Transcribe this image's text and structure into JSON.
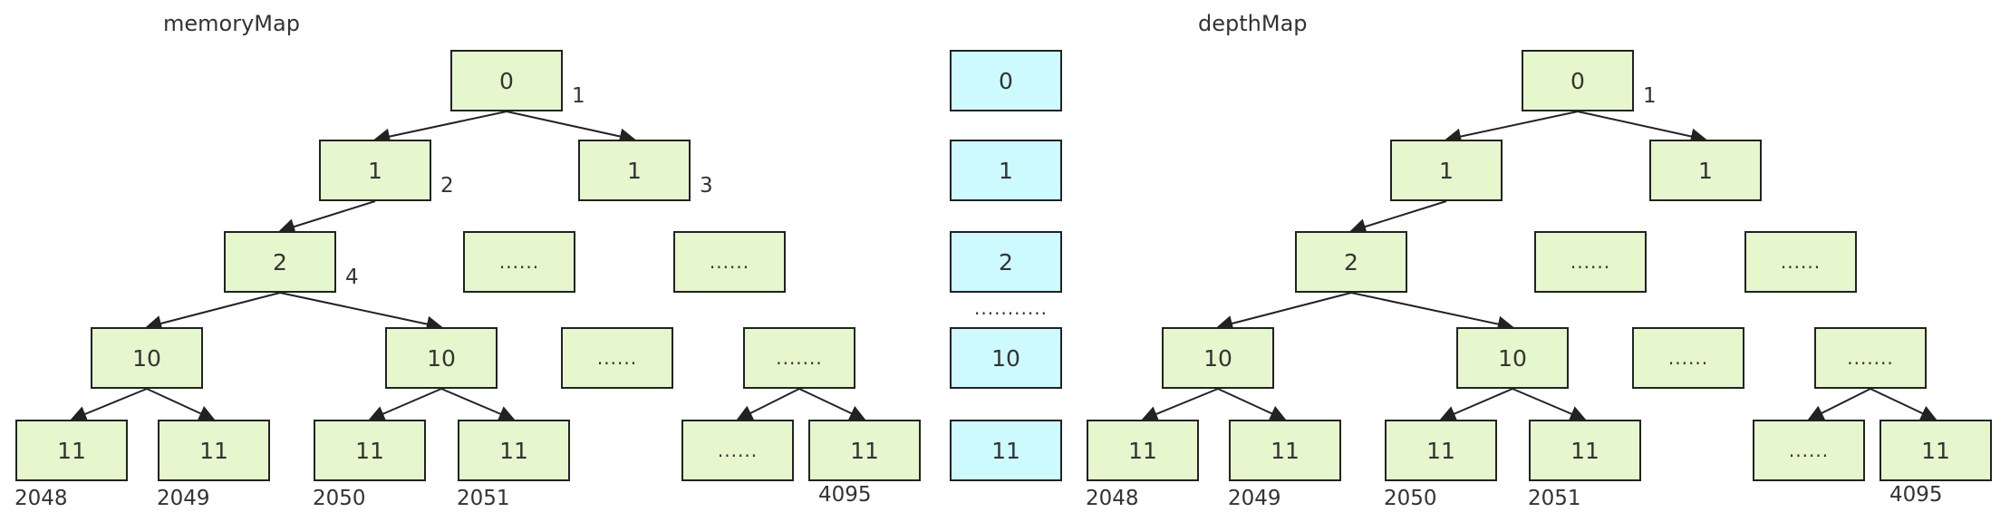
{
  "colors": {
    "green_node": "#e6f6cd",
    "cyan_node": "#cdfafe",
    "stroke": "#222222",
    "text": "#333333"
  },
  "memory_map": {
    "title": "memoryMap",
    "nodes": {
      "root": "0",
      "l1_left": "1",
      "l1_right": "1",
      "l2_left": "2",
      "l2_mid": "......",
      "l2_right": "......",
      "l3_a": "10",
      "l3_b": "10",
      "l3_c": "......",
      "l3_d": ".......",
      "l4_a": "11",
      "l4_b": "11",
      "l4_c": "11",
      "l4_d": "11",
      "l4_e": "......",
      "l4_f": "11"
    },
    "index_labels": {
      "root": "1",
      "l1_left": "2",
      "l1_right": "3",
      "l2_left": "4",
      "l4_a": "2048",
      "l4_b": "2049",
      "l4_c": "2050",
      "l4_d": "2051",
      "l4_f": "4095"
    }
  },
  "depth_column": {
    "nodes": [
      "0",
      "1",
      "2",
      "10",
      "11"
    ],
    "gap_dots": "..........."
  },
  "depth_map": {
    "title": "depthMap",
    "nodes": {
      "root": "0",
      "l1_left": "1",
      "l1_right": "1",
      "l2_left": "2",
      "l2_mid": "......",
      "l2_right": "......",
      "l3_a": "10",
      "l3_b": "10",
      "l3_c": "......",
      "l3_d": ".......",
      "l4_a": "11",
      "l4_b": "11",
      "l4_c": "11",
      "l4_d": "11",
      "l4_e": "......",
      "l4_f": "11"
    },
    "index_labels": {
      "root": "1",
      "l4_a": "2048",
      "l4_b": "2049",
      "l4_c": "2050",
      "l4_d": "2051",
      "l4_f": "4095"
    }
  }
}
